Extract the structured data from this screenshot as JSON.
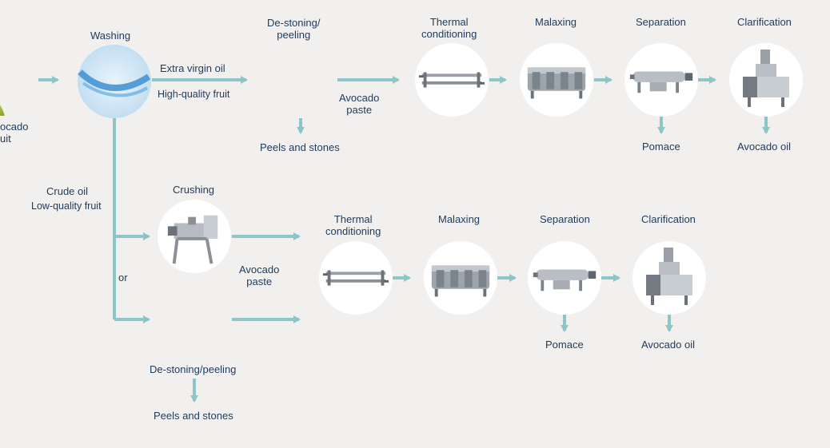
{
  "top_row": {
    "fruit_label_line1": "ocado",
    "fruit_label_line2": "uit",
    "washing": "Washing",
    "branch_label": "Extra virgin oil",
    "branch_sub": "High-quality fruit",
    "destoning": "De-stoning/\npeeling",
    "peels": "Peels and stones",
    "paste": "Avocado\npaste",
    "thermal": "Thermal\nconditioning",
    "malaxing": "Malaxing",
    "separation": "Separation",
    "pomace": "Pomace",
    "clarification": "Clarification",
    "oil": "Avocado oil"
  },
  "bottom_row": {
    "branch_label": "Crude oil",
    "branch_sub": "Low-quality fruit",
    "crushing": "Crushing",
    "or": "or",
    "paste": "Avocado\npaste",
    "destoning": "De-stoning/peeling",
    "peels": "Peels and stones",
    "thermal": "Thermal\nconditioning",
    "malaxing": "Malaxing",
    "separation": "Separation",
    "pomace": "Pomace",
    "clarification": "Clarification",
    "oil": "Avocado oil"
  },
  "colors": {
    "arrow": "#8cc6c8",
    "text": "#1f3a5c",
    "background": "#f1f0ee",
    "node": "#ffffff",
    "water": "#3f8fd0",
    "avocado_green": "#c7d35a",
    "avocado_seed": "#c9822a"
  },
  "icons": [
    "avocado-icon",
    "water-icon",
    "heat-exchanger-icon",
    "malaxer-icon",
    "decanter-icon",
    "separator-icon",
    "crusher-icon"
  ]
}
